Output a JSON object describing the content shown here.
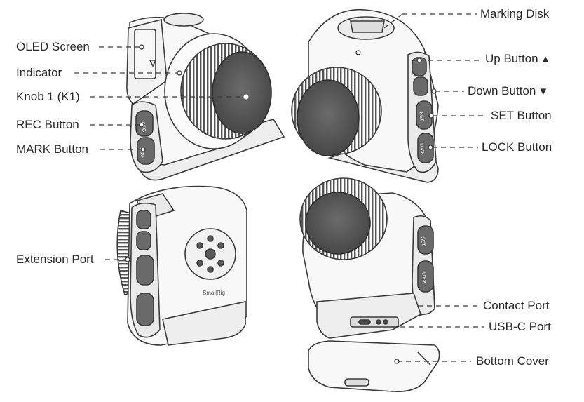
{
  "labels": {
    "oled_screen": "OLED Screen",
    "indicator": "Indicator",
    "knob_1": "Knob 1 (K1)",
    "rec_button": "REC Button",
    "mark_button": "MARK Button",
    "marking_disk": "Marking Disk",
    "up_button": "Up Button",
    "down_button": "Down Button",
    "set_button": "SET Button",
    "lock_button": "LOCK Button",
    "extension_port": "Extension Port",
    "contact_port": "Contact Port",
    "usb_c_port": "USB-C Port",
    "bottom_cover": "Bottom Cover"
  },
  "glyphs": {
    "up": "▲",
    "down": "▼"
  },
  "device_marks": {
    "rec": "REC",
    "mark": "MARK",
    "set": "SET",
    "lock": "LOCK",
    "brand": "SmallRig"
  },
  "colors": {
    "line": "#3a3a3a",
    "body": "#f4f4f4",
    "dark": "#4a4a4a",
    "knurl": "#6a6a6a"
  }
}
